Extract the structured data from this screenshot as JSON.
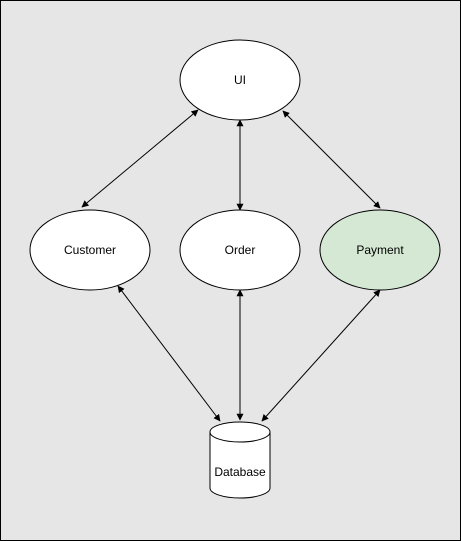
{
  "diagram": {
    "background": "#e6e6e6",
    "border_color": "#000000",
    "nodes": {
      "ui": {
        "label": "UI",
        "shape": "ellipse",
        "fill": "#ffffff"
      },
      "customer": {
        "label": "Customer",
        "shape": "ellipse",
        "fill": "#ffffff"
      },
      "order": {
        "label": "Order",
        "shape": "ellipse",
        "fill": "#ffffff"
      },
      "payment": {
        "label": "Payment",
        "shape": "ellipse",
        "fill": "#d5e8d4"
      },
      "database": {
        "label": "Database",
        "shape": "cylinder",
        "fill": "#ffffff"
      }
    },
    "edges": [
      {
        "from": "ui",
        "to": "customer",
        "arrows": "both"
      },
      {
        "from": "ui",
        "to": "order",
        "arrows": "both"
      },
      {
        "from": "ui",
        "to": "payment",
        "arrows": "both"
      },
      {
        "from": "customer",
        "to": "database",
        "arrows": "both"
      },
      {
        "from": "order",
        "to": "database",
        "arrows": "both"
      },
      {
        "from": "payment",
        "to": "database",
        "arrows": "both"
      }
    ]
  }
}
